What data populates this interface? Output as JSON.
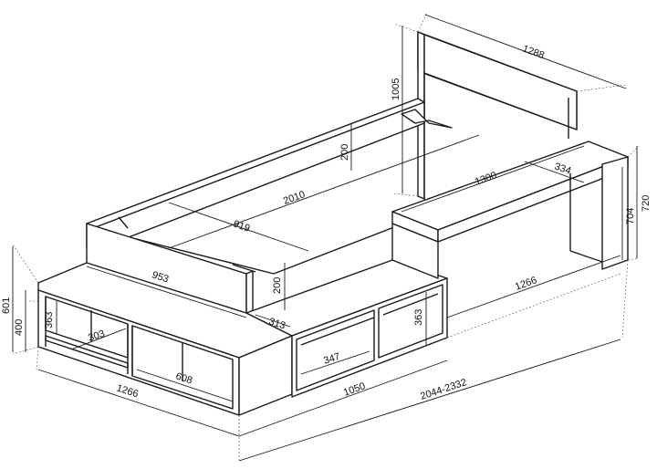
{
  "dimensions": {
    "headboard_width": "1288",
    "headboard_height": "1005",
    "guard_rail_height": "200",
    "bed_length": "2010",
    "bed_width": "919",
    "bed_front_width": "953",
    "front_panel_height": "200",
    "step_offset": "313",
    "total_height": "601",
    "base_height": "400",
    "shelf_height_left": "363",
    "shelf_depth_left": "303",
    "shelf_opening_left": "608",
    "base_length_left": "1266",
    "desk_width": "1300",
    "desk_depth": "334",
    "desk_inner_height": "704",
    "desk_height": "720",
    "desk_length": "1266",
    "shelf_height_right": "363",
    "shelf_opening_right": "347",
    "base_length_right": "1050",
    "total_length": "2044-2332"
  }
}
